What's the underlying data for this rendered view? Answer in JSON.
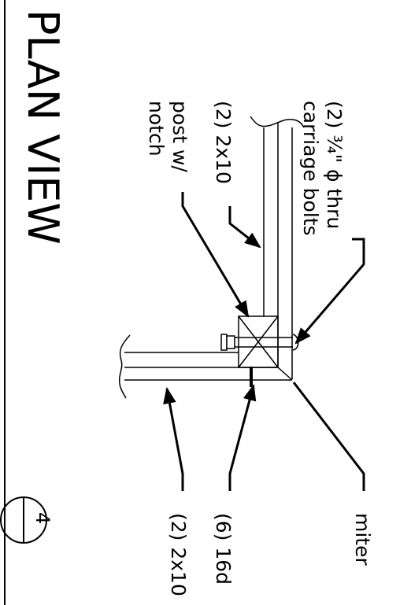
{
  "title": "PLAN VIEW",
  "detail_number": "4",
  "labels": {
    "carriage_bolts_line1": "(2) ¾\" ϕ thru",
    "carriage_bolts_line2": "carriage bolts",
    "joists_top": "(2) 2x10",
    "post_line1": "post w/",
    "post_line2": "notch",
    "miter": "miter",
    "nails": "(6) 16d",
    "joists_bottom": "(2) 2x10"
  }
}
